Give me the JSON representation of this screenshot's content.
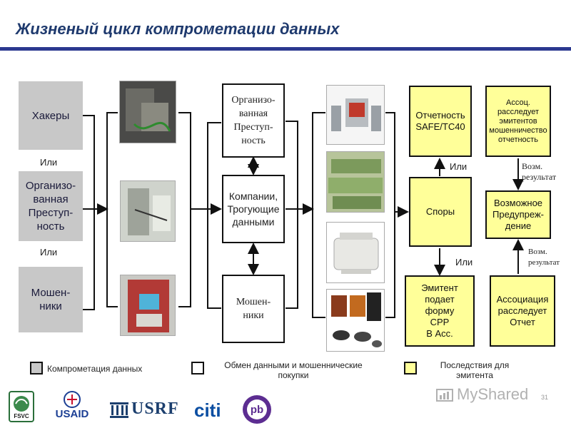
{
  "title": "Жизненый цикл компрометации данных",
  "sources": {
    "hackers": "Хакеры",
    "or1": "Или",
    "organized": "Организо-\nванная\nПреступ-\nность",
    "or2": "Или",
    "fraudsters": "Мошен-\nники"
  },
  "center": {
    "organized": "Организо-\nванная\nПреступ-\nность",
    "companies": "Компании,\nТрогующие\nданными",
    "fraudsters": "Мошен-\nники"
  },
  "consequences": {
    "reporting": "Отчетность\nSAFE/TC40",
    "assoc_investigates": "Ассоц.\nрасследует\nэмитентов\nмошенничество\nотчетность",
    "disputes": "Споры",
    "warning": "Возможное\nПредупреж-\nдение",
    "issuer_files": "Эмитент\nподает\nформу\nCPP\nВ Асс.",
    "association_report": "Ассоциация\nрасследует\nОтчет",
    "or_top": "Или",
    "or_bottom": "Или",
    "possible_result_1": "Возм.\nрезультат",
    "possible_result_2": "Возм.\nрезультат"
  },
  "legend": {
    "compromise": "Компрометация данных",
    "exchange": "Обмен данными и мошеннические\nпокупки",
    "consequences": "Последствия для\nэмитента"
  },
  "footer": {
    "logo_fsvc": "FSVC",
    "logo_usaid": "USAID",
    "logo_usrf": "USRF",
    "logo_citi": "citi",
    "logo_pb": "pb",
    "watermark": "MyShared",
    "page_number": "31"
  },
  "colors": {
    "title": "#1f3a6e",
    "title_bar": "#2b3990",
    "gray_box": "#c8c8c8",
    "yellow_box": "#ffff99"
  }
}
